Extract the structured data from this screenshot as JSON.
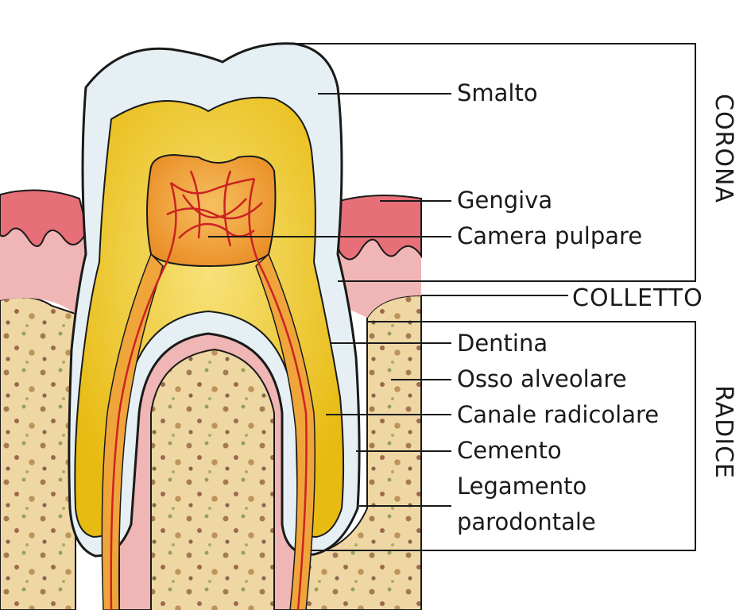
{
  "labels": {
    "smalto": "Smalto",
    "gengiva": "Gengiva",
    "camera_pulpare": "Camera pulpare",
    "dentina": "Dentina",
    "osso_alveolare": "Osso alveolare",
    "canale_radicolare": "Canale radicolare",
    "cemento": "Cemento",
    "legamento_line1": "Legamento",
    "legamento_line2": "parodontale"
  },
  "sections": {
    "corona": "CORONA",
    "colletto": "COLLETTO",
    "radice": "RADICE"
  },
  "colors": {
    "enamel": "#e6f0f4",
    "dentin": "#f2cc1e",
    "pulp": "#f0a53a",
    "gum": "#e98c90",
    "gum_light": "#f0b5b5",
    "bone": "#efd7a4",
    "vessel": "#cc2222"
  }
}
